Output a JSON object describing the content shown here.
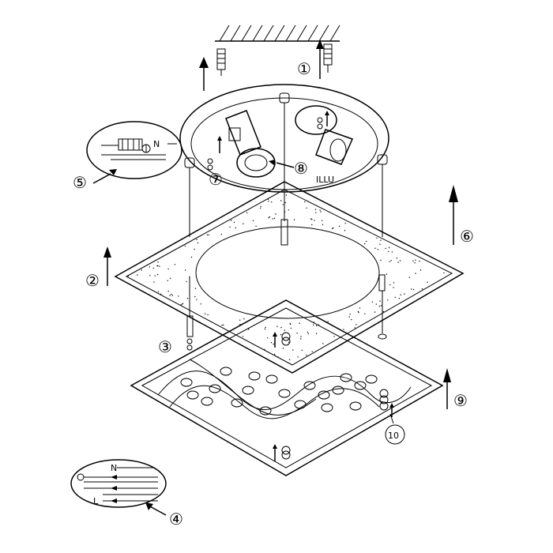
{
  "diagram": {
    "callouts": [
      {
        "id": "1",
        "text": "①"
      },
      {
        "id": "2",
        "text": "②"
      },
      {
        "id": "3",
        "text": "③"
      },
      {
        "id": "4",
        "text": "④"
      },
      {
        "id": "5",
        "text": "⑤"
      },
      {
        "id": "6",
        "text": "⑥"
      },
      {
        "id": "7",
        "text": "⑦"
      },
      {
        "id": "8",
        "text": "⑧"
      },
      {
        "id": "9",
        "text": "⑨"
      },
      {
        "id": "10",
        "text": "10"
      }
    ],
    "wiring_labels": {
      "top_n": "N",
      "bottom_n": "N",
      "bottom_l": "L"
    },
    "brand_text": "ILLU"
  }
}
